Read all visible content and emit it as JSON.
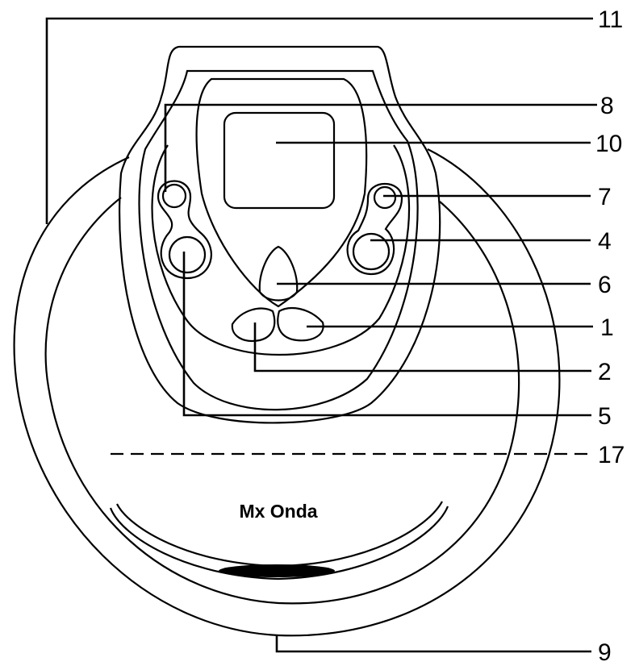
{
  "brand": "Mx Onda",
  "callouts": {
    "c11": "11",
    "c8": "8",
    "c10": "10",
    "c7": "7",
    "c4": "4",
    "c6": "6",
    "c1": "1",
    "c2": "2",
    "c5": "5",
    "c17": "17",
    "c9": "9"
  }
}
